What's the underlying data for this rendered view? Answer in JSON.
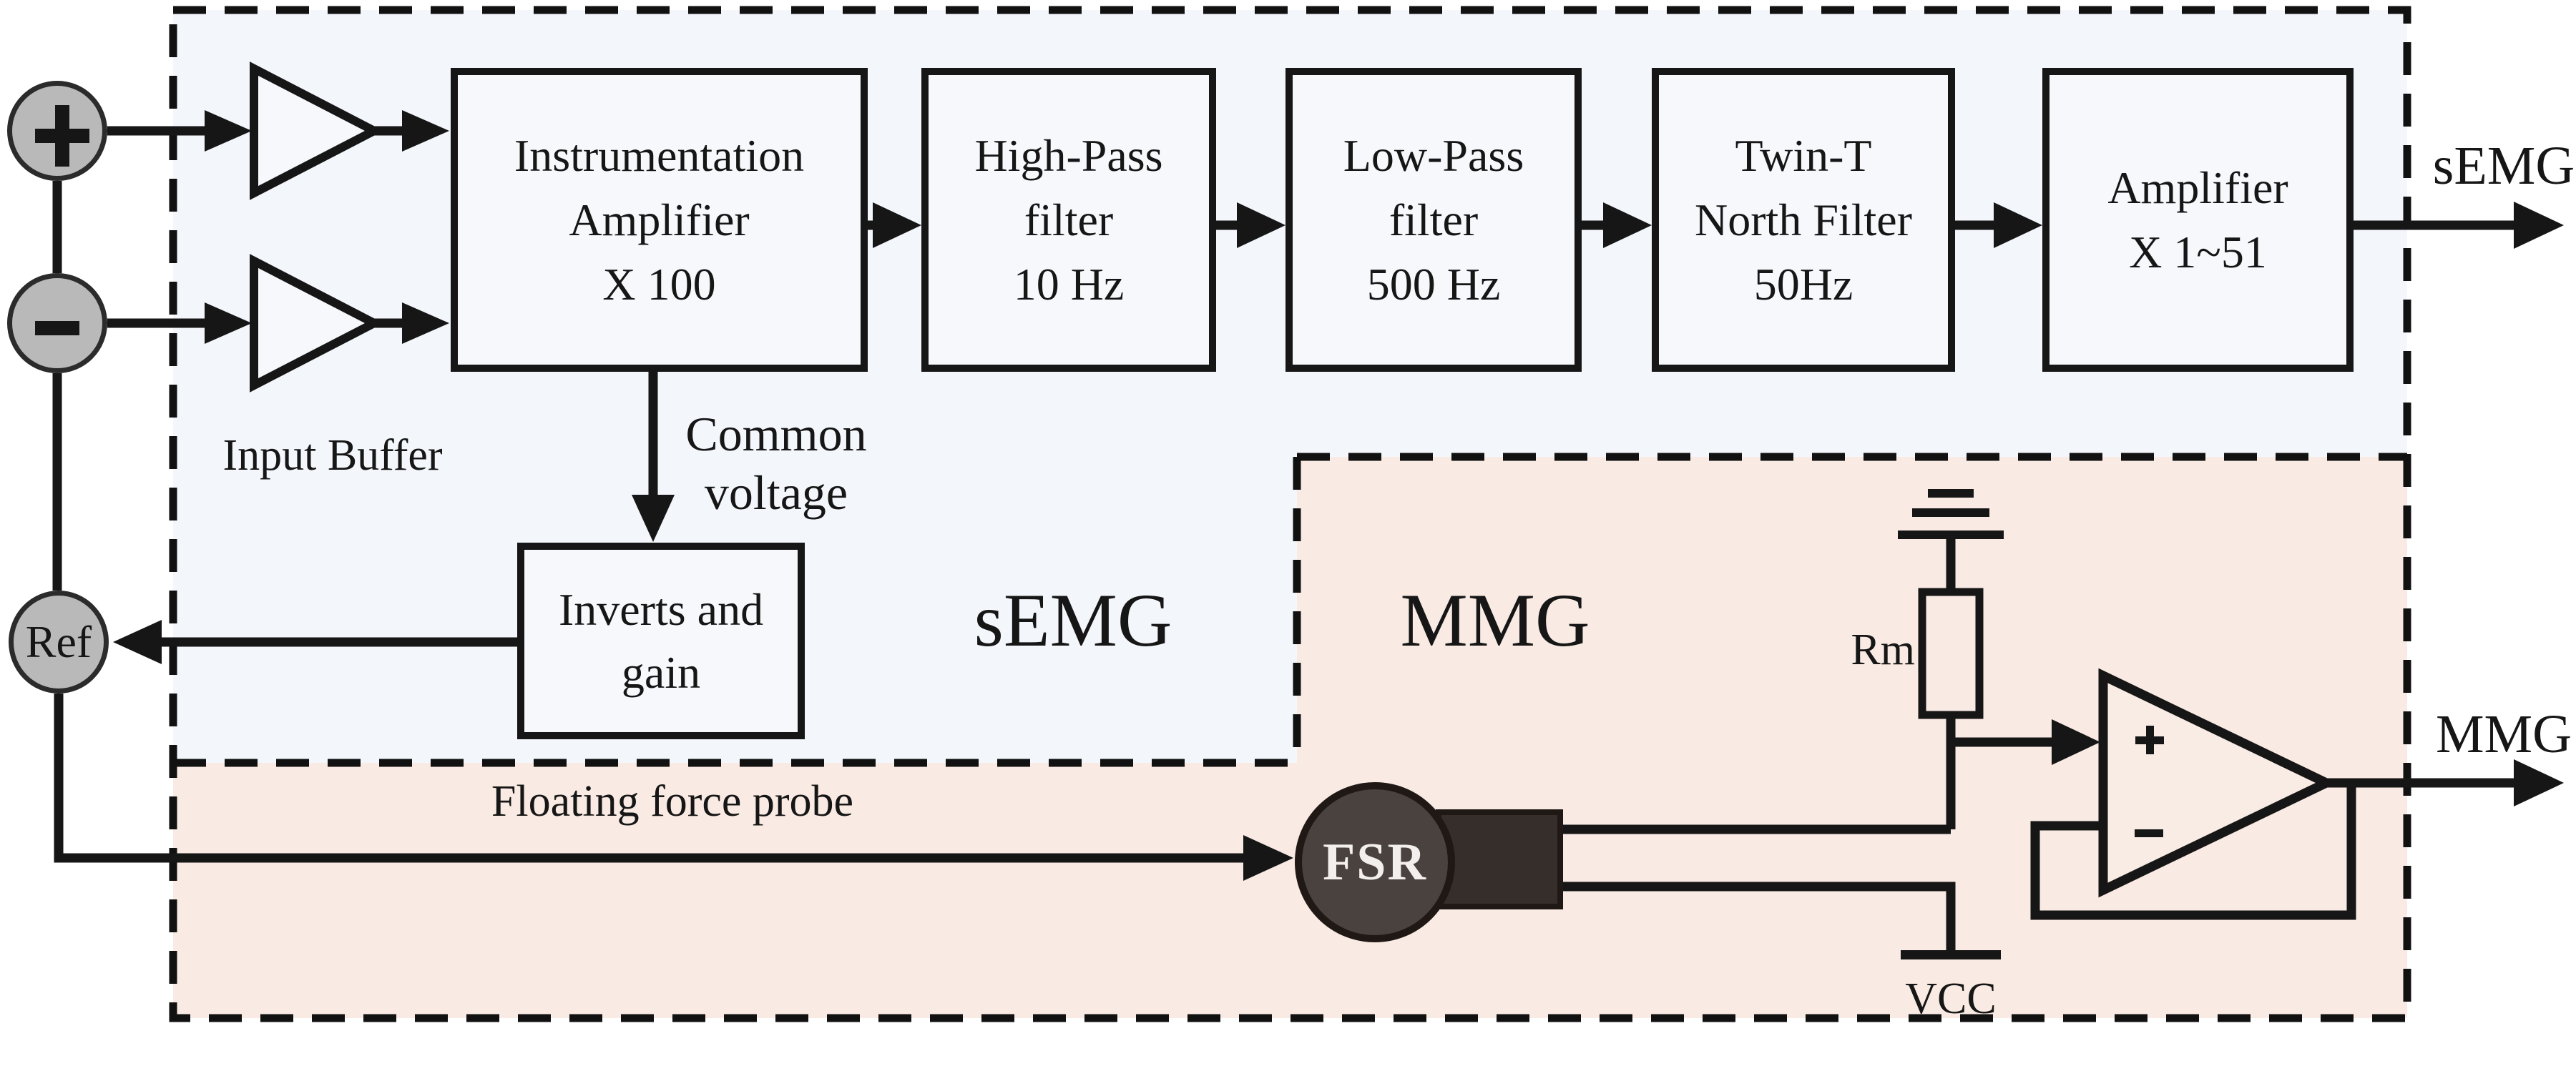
{
  "figure": {
    "type": "block-diagram",
    "description": "sEMG and MMG analog front-end block diagram"
  },
  "colors": {
    "semg_region_bg": "#f3f6fb",
    "mmg_region_bg": "#f9ebe3",
    "line": "#161616",
    "electrode_fill": "#b9b9b9",
    "fsr_fill": "#4a423e",
    "fsr_connector_fill": "#362e2a",
    "fsr_text_color": "#f3efec",
    "box_bg": "#f6f8fc"
  },
  "electrodes": {
    "plus": "+",
    "minus": "-",
    "ref": "Ref"
  },
  "blocks": {
    "instrumentation": {
      "lines": [
        "Instrumentation",
        "Amplifier",
        "X 100"
      ]
    },
    "high_pass": {
      "lines": [
        "High-Pass",
        "filter",
        "10 Hz"
      ]
    },
    "low_pass": {
      "lines": [
        "Low-Pass",
        "filter",
        "500 Hz"
      ]
    },
    "twin_t": {
      "lines": [
        "Twin-T",
        "North Filter",
        "50Hz"
      ]
    },
    "output_amplifier": {
      "lines": [
        "Amplifier",
        "X 1~51"
      ]
    },
    "inverts_gain": {
      "lines": [
        "Inverts and",
        "gain"
      ]
    }
  },
  "labels": {
    "input_buffer": "Input Buffer",
    "floating_force_probe": "Floating force probe",
    "rm": "Rm",
    "vcc": "VCC",
    "fsr": "FSR",
    "opamp_plus": "+",
    "opamp_minus": "-"
  },
  "common_voltage": {
    "lines": [
      "Common",
      "voltage"
    ]
  },
  "section_labels": {
    "semg": "sEMG",
    "mmg": "MMG"
  },
  "outputs": {
    "semg": "sEMG",
    "mmg": "MMG"
  }
}
